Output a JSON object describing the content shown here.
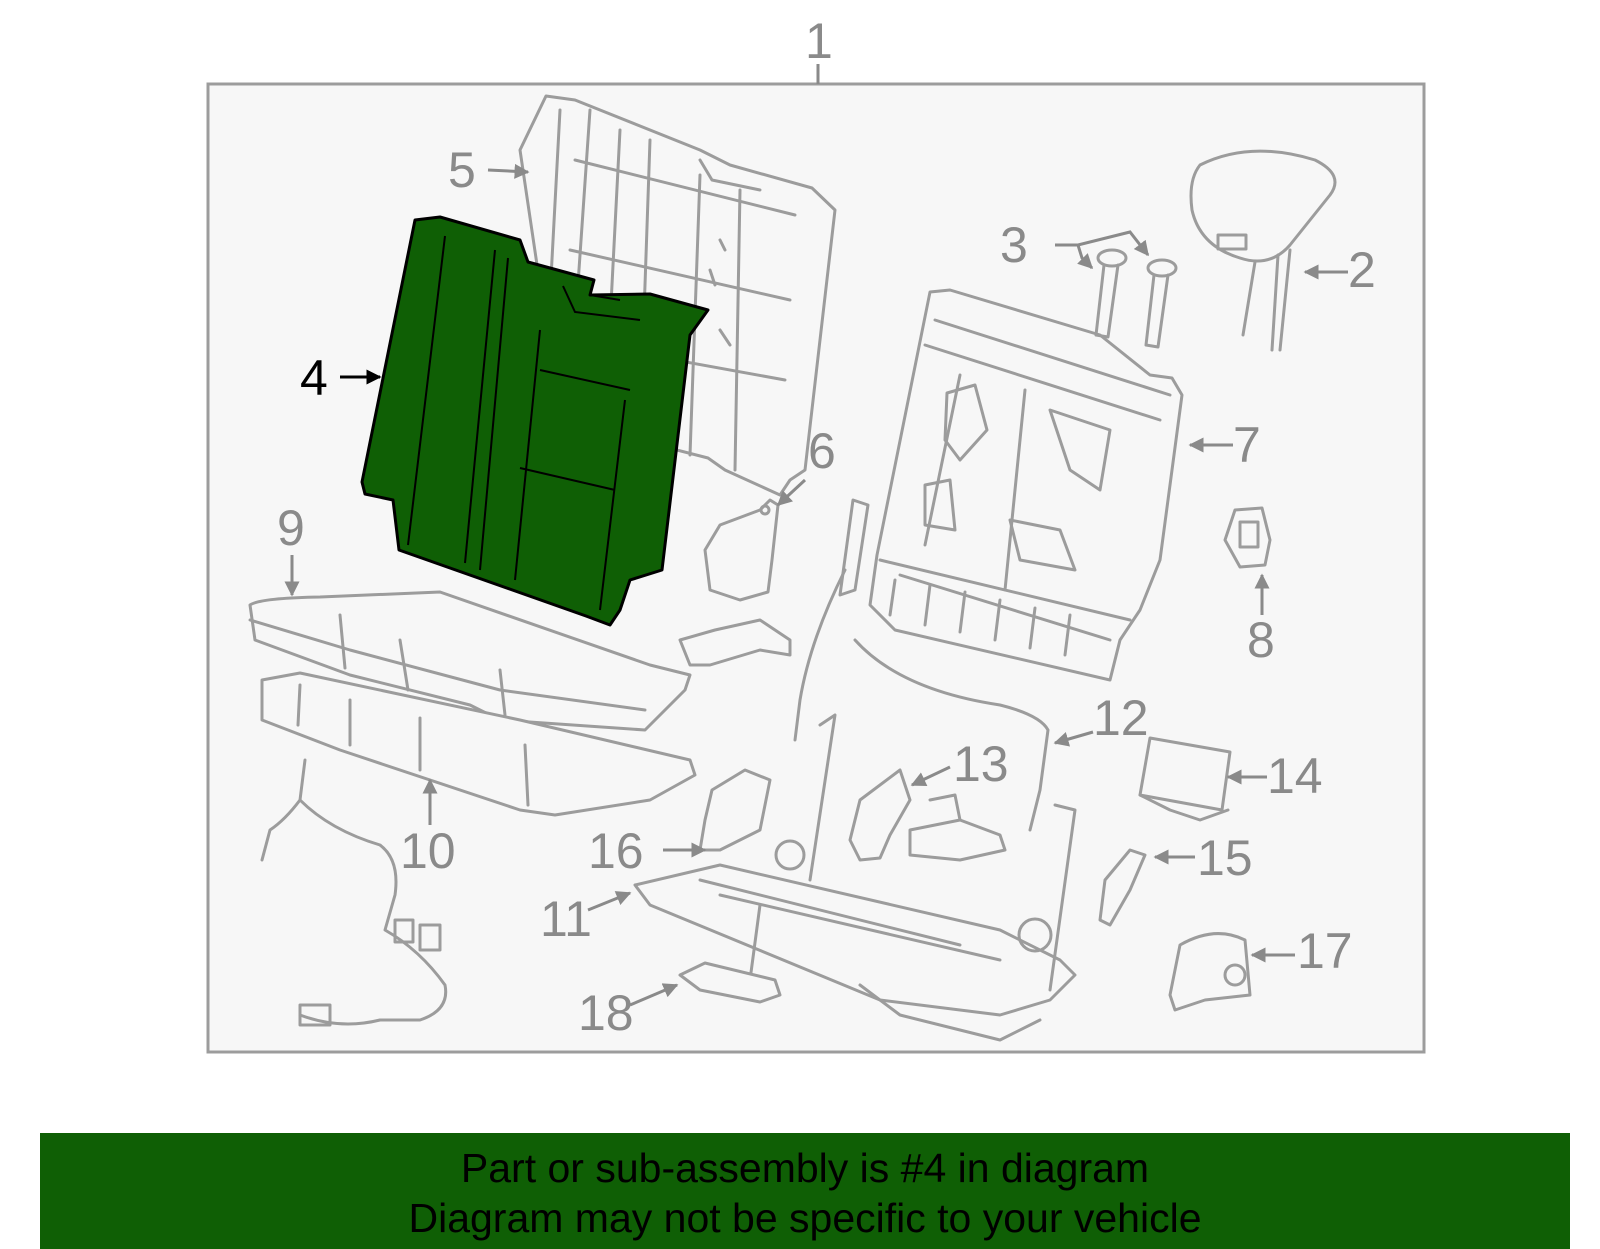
{
  "diagram": {
    "highlight_color": "#0f5f05",
    "highlighted_part": "4",
    "callouts": {
      "c1": "1",
      "c2": "2",
      "c3": "3",
      "c4": "4",
      "c5": "5",
      "c6": "6",
      "c7": "7",
      "c8": "8",
      "c9": "9",
      "c10": "10",
      "c11": "11",
      "c12": "12",
      "c13": "13",
      "c14": "14",
      "c15": "15",
      "c16": "16",
      "c17": "17",
      "c18": "18"
    }
  },
  "banner": {
    "line1": "Part or sub-assembly is #4 in diagram",
    "line2": "Diagram may not be specific to your vehicle"
  }
}
